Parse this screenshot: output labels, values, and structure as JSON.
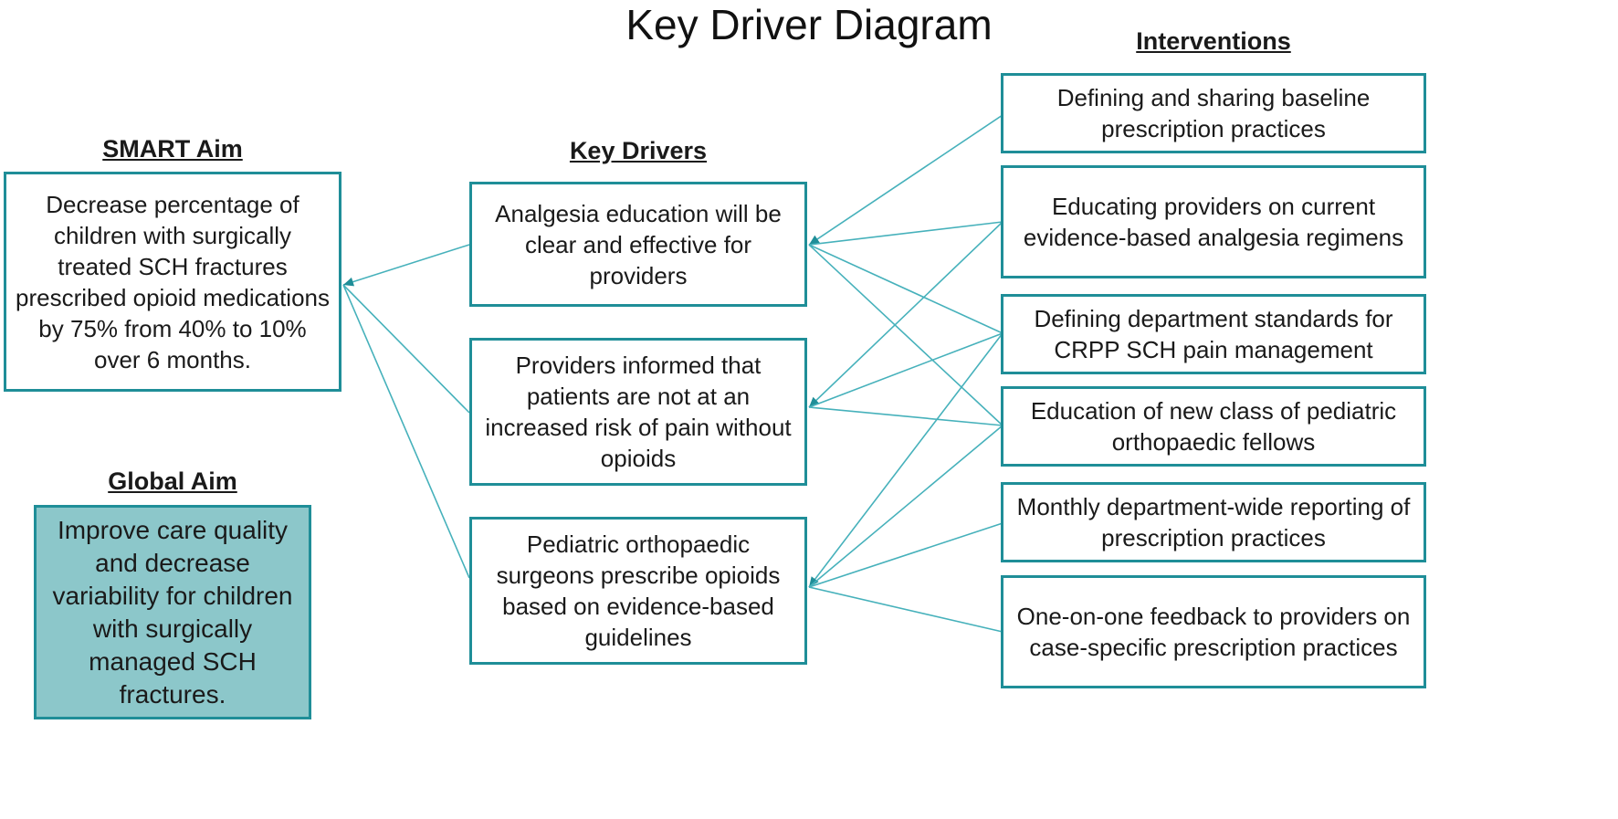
{
  "title": "Key Driver Diagram",
  "headings": {
    "smart_aim": "SMART Aim",
    "global_aim": "Global Aim",
    "key_drivers": "Key Drivers",
    "interventions": "Interventions"
  },
  "smart_aim": {
    "text": "Decrease percentage of children with surgically treated SCH fractures prescribed opioid medications by 75% from 40% to 10% over 6 months."
  },
  "global_aim": {
    "text": "Improve care quality and decrease variability for children with surgically managed SCH fractures."
  },
  "key_drivers": [
    {
      "text": "Analgesia education will be clear and effective for providers"
    },
    {
      "text": "Providers informed that patients are not at an increased risk of pain without opioids"
    },
    {
      "text": "Pediatric orthopaedic surgeons prescribe opioids based on evidence-based guidelines"
    }
  ],
  "interventions": [
    {
      "text": "Defining and sharing baseline prescription practices"
    },
    {
      "text": "Educating providers on current evidence-based analgesia regimens"
    },
    {
      "text": "Defining department standards for CRPP SCH pain management"
    },
    {
      "text": "Education of new class of pediatric orthopaedic fellows"
    },
    {
      "text": "Monthly department-wide reporting of prescription practices"
    },
    {
      "text": "One-on-one feedback to providers on case-specific prescription practices"
    }
  ],
  "links": [
    {
      "from": "intervention",
      "from_index": 0,
      "to_driver": 0
    },
    {
      "from": "intervention",
      "from_index": 1,
      "to_driver": 0
    },
    {
      "from": "intervention",
      "from_index": 2,
      "to_driver": 0
    },
    {
      "from": "intervention",
      "from_index": 3,
      "to_driver": 0
    },
    {
      "from": "intervention",
      "from_index": 1,
      "to_driver": 1
    },
    {
      "from": "intervention",
      "from_index": 2,
      "to_driver": 1
    },
    {
      "from": "intervention",
      "from_index": 3,
      "to_driver": 1
    },
    {
      "from": "intervention",
      "from_index": 2,
      "to_driver": 2
    },
    {
      "from": "intervention",
      "from_index": 3,
      "to_driver": 2
    },
    {
      "from": "intervention",
      "from_index": 4,
      "to_driver": 2
    },
    {
      "from": "intervention",
      "from_index": 5,
      "to_driver": 2
    },
    {
      "from": "driver",
      "from_index": 0,
      "to_aim": "smart"
    },
    {
      "from": "driver",
      "from_index": 1,
      "to_aim": "smart"
    },
    {
      "from": "driver",
      "from_index": 2,
      "to_aim": "smart"
    }
  ],
  "colors": {
    "border": "#1f8e98",
    "connector": "#46b1bb",
    "global_aim_fill": "#8cc7ca"
  }
}
